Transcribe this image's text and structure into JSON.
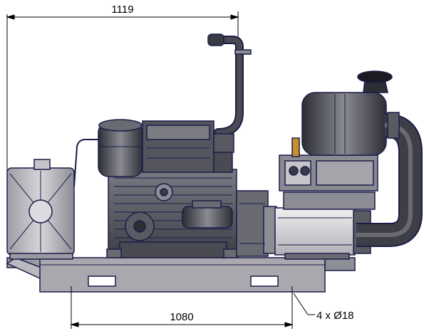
{
  "drawing": {
    "dim_top": "1119",
    "dim_bottom": "1080",
    "hole_note": "4 x Ø18",
    "colors": {
      "outline": "#1c1c4a",
      "body_dark": "#3a3a44",
      "body_mid": "#6b6b72",
      "body_light": "#a4a4aa",
      "highlight": "#d8d8dc",
      "accent": "#c8902a"
    }
  }
}
